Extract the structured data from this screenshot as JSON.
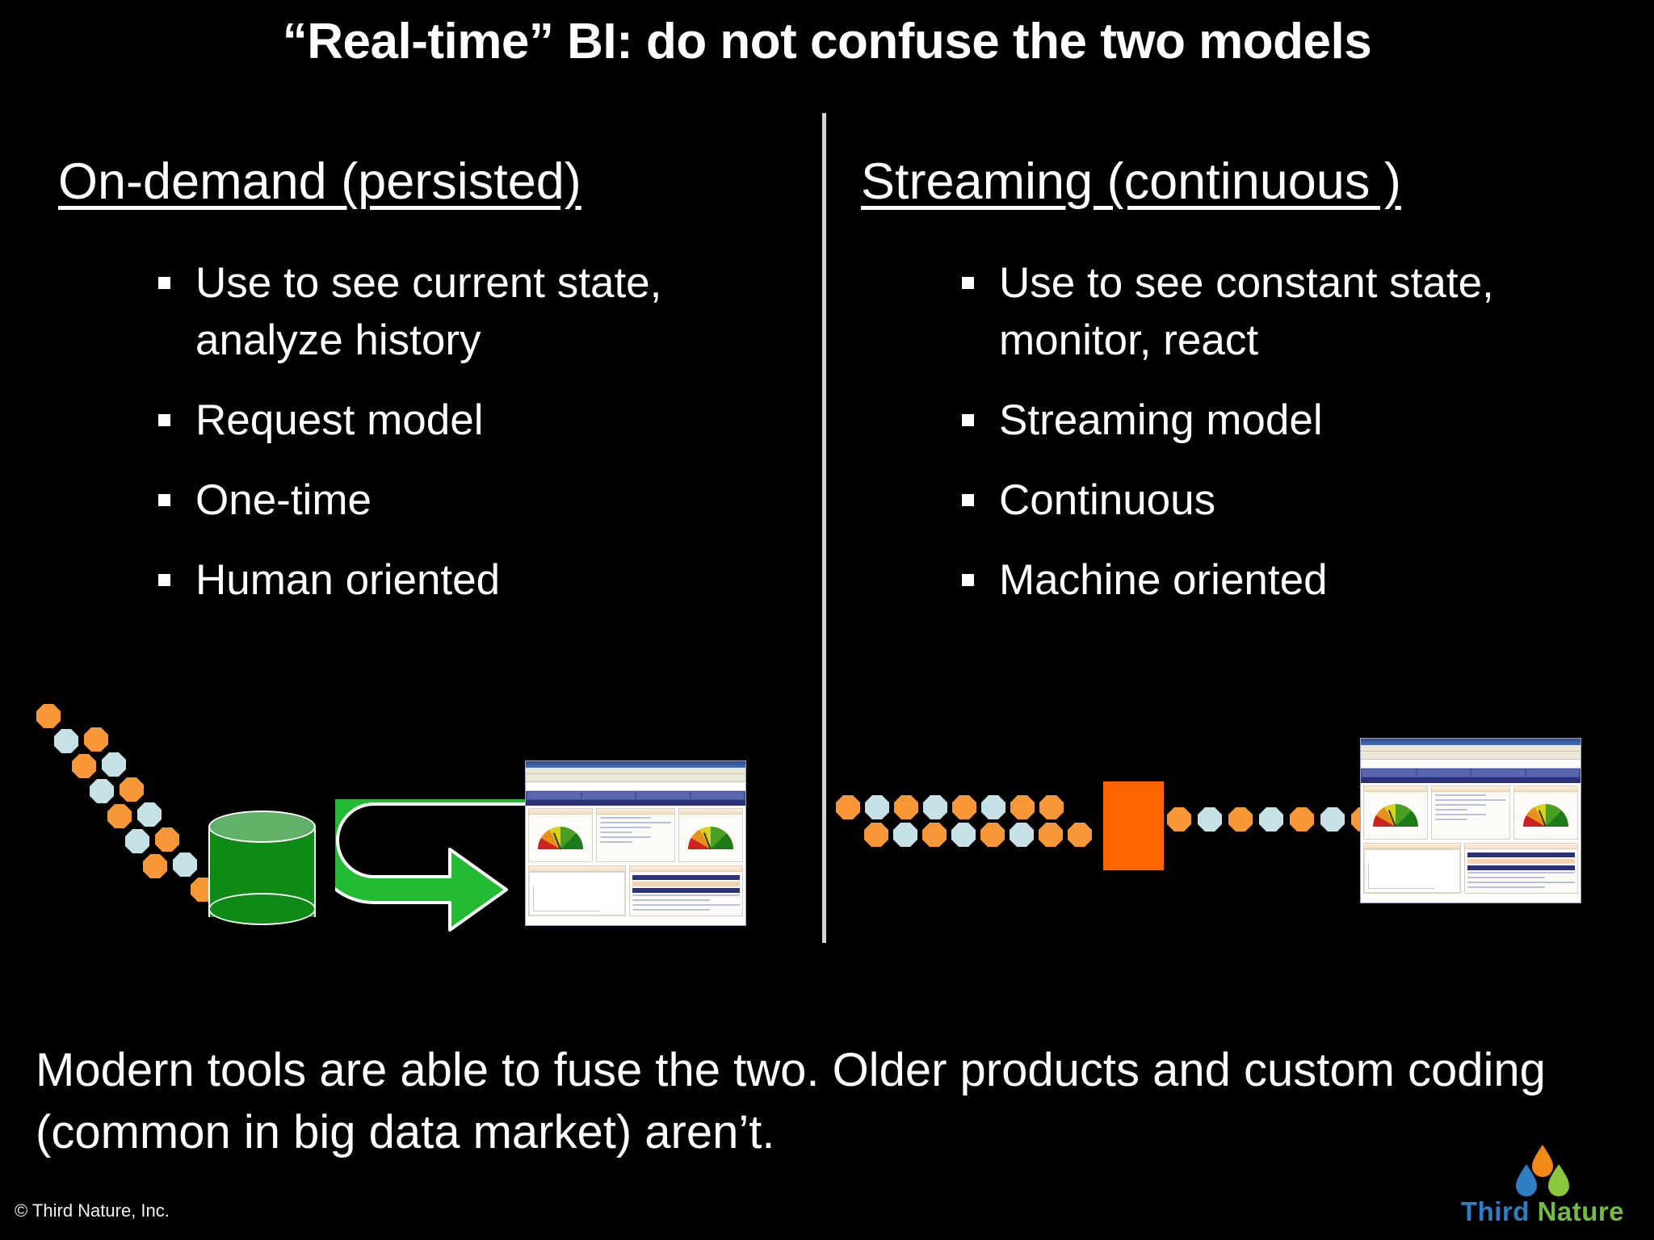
{
  "slide": {
    "title": "“Real-time” BI: do not confuse the two models",
    "background_color": "#000000",
    "text_color": "#FFFFFF"
  },
  "columns": [
    {
      "id": "on-demand",
      "heading": "On-demand (persisted)",
      "bullets": [
        "Use to see current state, analyze history",
        "Request model",
        "One-time",
        "Human oriented"
      ],
      "diagram": {
        "description": "Two diagonal chains of octagonal data dots feeding a green database cylinder, which loops via a green U-turn arrow into a BI dashboard screenshot",
        "dot_colors": [
          "#F79738",
          "#C7E2E6"
        ],
        "cylinder_color": "#0F8A17",
        "cylinder_top_color": "#62B168",
        "arrow_color": "#22BB33",
        "arrow_shape": "u-turn-right"
      }
    },
    {
      "id": "streaming",
      "heading": "Streaming (continuous )",
      "bullets": [
        "Use to see constant state, monitor, react",
        "Streaming model",
        "Continuous",
        "Machine oriented"
      ],
      "diagram": {
        "description": "Two horizontal chains of octagonal data dots flowing into an orange stream-processing block, then a single dot chain continuing into a BI dashboard screenshot",
        "dot_colors": [
          "#F79738",
          "#C7E2E6"
        ],
        "processor_color": "#FF6600"
      }
    }
  ],
  "dashboard": {
    "label": "bi-dashboard-thumbnail",
    "gauge_count": 2,
    "gauge_colors": [
      "#CC2222",
      "#E8901C",
      "#DDD018",
      "#4AA022",
      "#1D7A18"
    ]
  },
  "bottom_text": "Modern tools are able to fuse the two. Older products and custom coding (common in big data market) aren’t.",
  "footer": {
    "copyright": "© Third Nature, Inc.",
    "logo": {
      "word_first": "Third",
      "word_second": "Nature",
      "first_color": "#2F7EC4",
      "second_color": "#6FBF3F",
      "flame_colors": {
        "top": "#F28A1A",
        "bottom_left": "#2F7EC4",
        "bottom_right": "#8DC63F"
      }
    }
  },
  "divider": {
    "color": "#D4D4D4",
    "orientation": "vertical"
  }
}
